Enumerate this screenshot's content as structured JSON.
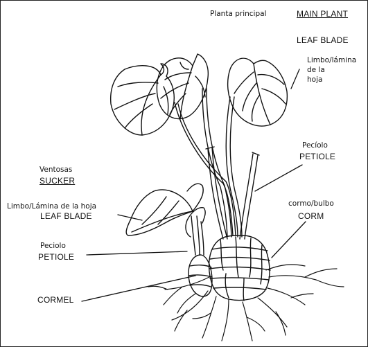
{
  "labels": {
    "main_plant_es": "Planta principal",
    "main_plant_en": "MAIN PLANT",
    "leaf_blade_main_en": "LEAF BLADE",
    "leaf_blade_main_es_1": "Limbo/lámina",
    "leaf_blade_main_es_2": "de la",
    "leaf_blade_main_es_3": "hoja",
    "petiole_main_es": "Pecíolo",
    "petiole_main_en": "PETIOLE",
    "sucker_es": "Ventosas",
    "sucker_en": "SUCKER",
    "leaf_blade_sucker_es": "Limbo/Lámina de la hoja",
    "leaf_blade_sucker_en": "LEAF BLADE",
    "corm_es": "cormo/bulbo",
    "corm_en": "CORM",
    "petiole_sucker_es": "Peciolo",
    "petiole_sucker_en": "PETIOLE",
    "cormel_en": "CORMEL"
  }
}
